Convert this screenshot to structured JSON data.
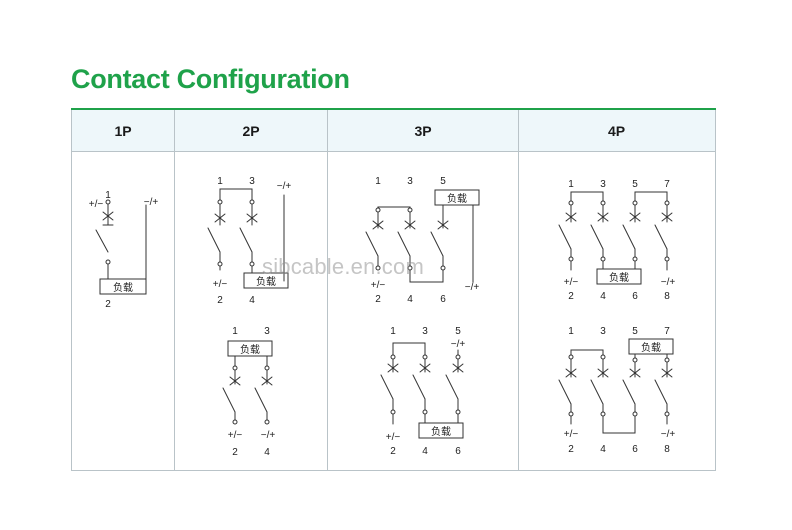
{
  "title": "Contact Configuration",
  "table": {
    "headers": [
      "1P",
      "2P",
      "3P",
      "4P"
    ]
  },
  "diagram_text": {
    "load": "负载",
    "plus_minus": "+/−",
    "minus_plus": "−/+",
    "t1": "1",
    "t2": "2",
    "t3": "3",
    "t4": "4",
    "t5": "5",
    "t6": "6",
    "t7": "7",
    "t8": "8"
  },
  "watermark": "sibcable.en.com"
}
